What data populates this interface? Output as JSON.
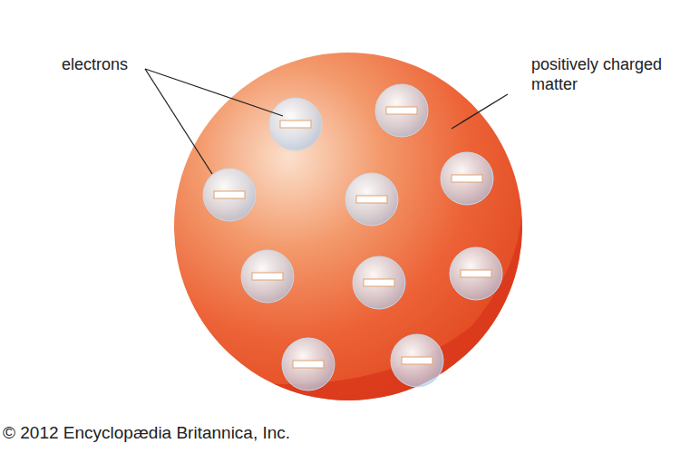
{
  "diagram": {
    "labels": [
      "electrons",
      "positively charged matter",
      "© 2012 Encyclopædia Britannica, Inc."
    ]
  }
}
